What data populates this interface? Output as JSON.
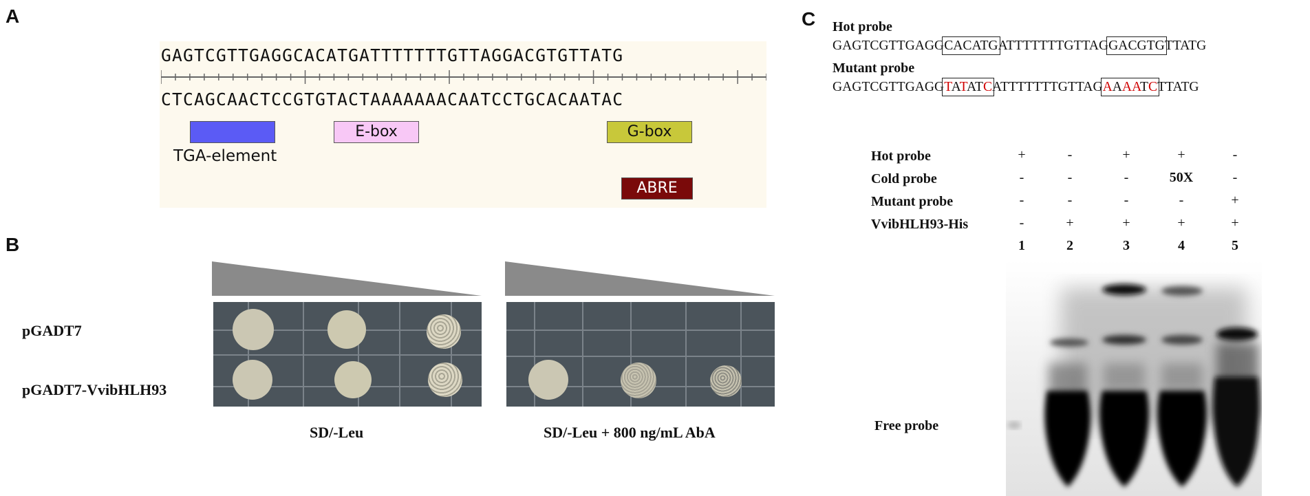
{
  "panels": {
    "a": "A",
    "b": "B",
    "c": "C"
  },
  "panel_a": {
    "top_strand": "GAGTCGTTGAGGCACATGATTTTTTTGTTAGGACGTGTTATG",
    "bottom_strand": "CTCAGCAACTCCGTGTACTAAAAAAACAATCCTGCACAATAC",
    "elements": {
      "tga": "TGA-element",
      "ebox": "E-box",
      "gbox": "G-box",
      "abre": "ABRE"
    },
    "colors": {
      "tga": "#5b5bf5",
      "ebox": "#f8c8f6",
      "gbox": "#c8c83a",
      "abre": "#7a0a0a",
      "background": "#fdf9ee"
    }
  },
  "panel_b": {
    "rows": [
      "pGADT7",
      "pGADT7-VvibHLH93"
    ],
    "conditions": [
      "SD/-Leu",
      "SD/-Leu + 800 ng/mL AbA"
    ],
    "colors": {
      "plate": "#4b545b",
      "colony": "#c9c5b2",
      "wedge": "#8a8a8a"
    }
  },
  "panel_c": {
    "hot_label": "Hot probe",
    "hot_seq": {
      "pre": "GAGTCGTTGAGG",
      "box1": "CACATG",
      "mid": "ATTTTTTTGTTAG",
      "box2": "GACGTG",
      "post": "TTATG"
    },
    "mutant_label": "Mutant probe",
    "mutant_seq": {
      "pre": "GAGTCGTTGAGG",
      "box1": [
        [
          "T",
          "r"
        ],
        [
          "A",
          "k"
        ],
        [
          "T",
          "r"
        ],
        [
          "A",
          "k"
        ],
        [
          "T",
          "k"
        ],
        [
          "C",
          "r"
        ]
      ],
      "mid": "ATTTTTTTGTTAG",
      "box2": [
        [
          "A",
          "r"
        ],
        [
          "A",
          "k"
        ],
        [
          "A",
          "r"
        ],
        [
          "A",
          "r"
        ],
        [
          "T",
          "k"
        ],
        [
          "C",
          "r"
        ]
      ],
      "post": "TTATG"
    },
    "table": {
      "rows": [
        {
          "label": "Hot probe",
          "values": [
            "+",
            "-",
            "+",
            "+",
            "-"
          ]
        },
        {
          "label": "Cold probe",
          "values": [
            "-",
            "-",
            "-",
            "50X",
            "-"
          ]
        },
        {
          "label": "Mutant probe",
          "values": [
            "-",
            "-",
            "-",
            "-",
            "+"
          ]
        },
        {
          "label": "VvibHLH93-His",
          "values": [
            "-",
            "+",
            "+",
            "+",
            "+"
          ]
        }
      ],
      "lanes": [
        "1",
        "2",
        "3",
        "4",
        "5"
      ]
    },
    "free_probe": "Free probe"
  }
}
